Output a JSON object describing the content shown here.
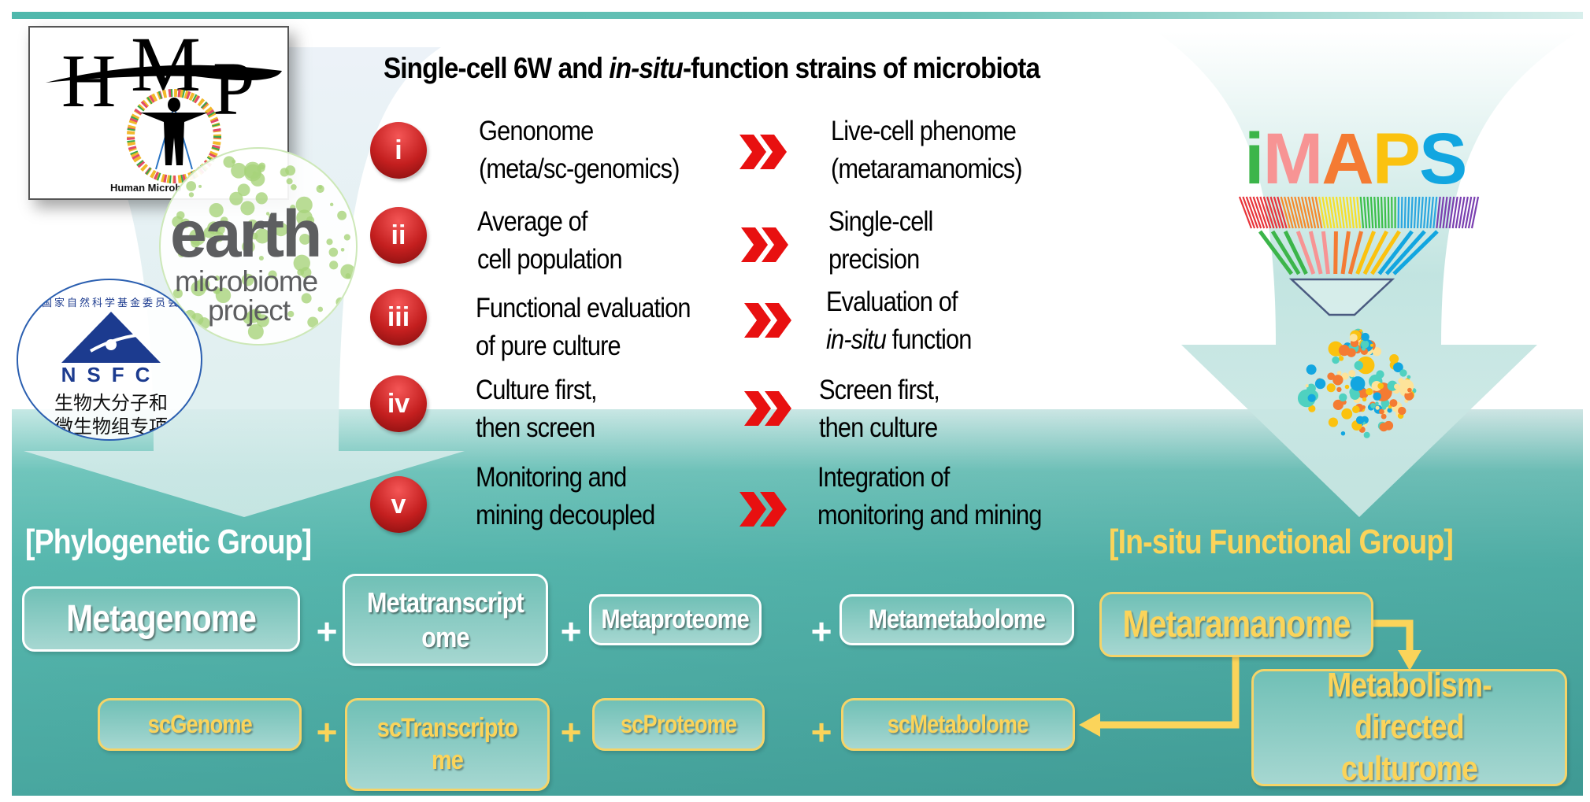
{
  "title": {
    "prefix": "Single-cell 6W and ",
    "italic": "in-situ",
    "suffix": "-function strains of microbiota"
  },
  "logos": {
    "hmp": {
      "letters": "HMP",
      "caption": "Human Microb"
    },
    "earth": {
      "line1": "earth",
      "line2": "microbiome",
      "line3": "project"
    },
    "nsfc": {
      "arc": "国家自然科学基金委员会",
      "abbr": "NSFC",
      "line1": "生物大分子和",
      "line2": "微生物组专项"
    },
    "imaps": {
      "letters": [
        "i",
        "M",
        "A",
        "P",
        "S"
      ],
      "colors": [
        "#3cb54a",
        "#f79494",
        "#f47b33",
        "#fbc20f",
        "#12a6e0"
      ]
    }
  },
  "rows": [
    {
      "num": "i",
      "left": [
        "Genonome",
        "(meta/sc-genomics)"
      ],
      "right": [
        "Live-cell phenome",
        "(metaramanomics)"
      ]
    },
    {
      "num": "ii",
      "left": [
        "Average of",
        "cell population"
      ],
      "right": [
        "Single-cell",
        "precision"
      ]
    },
    {
      "num": "iii",
      "left": [
        "Functional evaluation",
        "of pure culture"
      ],
      "right_line1": "Evaluation of",
      "right_italic": "in-situ",
      "right_rest": " function"
    },
    {
      "num": "iv",
      "left": [
        "Culture first,",
        "then screen"
      ],
      "right": [
        "Screen first,",
        "then culture"
      ]
    },
    {
      "num": "v",
      "left": [
        "Monitoring and",
        "mining decoupled"
      ],
      "right": [
        "Integration of",
        "monitoring and mining"
      ]
    }
  ],
  "groups": {
    "phylogenetic": "[Phylogenetic Group]",
    "functional": "[In-situ Functional Group]"
  },
  "meta_boxes": [
    "Metagenome",
    "Metatranscript ome",
    "Metaproteome",
    "Metametabolome"
  ],
  "sc_boxes": [
    "scGenome",
    "scTranscripto me",
    "scProteome",
    "scMetabolome"
  ],
  "metaramanome": "Metaramanome",
  "culturome": "Metabolism- directed culturome",
  "plus": "+",
  "colors": {
    "accent_red": "#e81010",
    "yellow": "#fbd45a",
    "teal": "#3f9a94"
  }
}
